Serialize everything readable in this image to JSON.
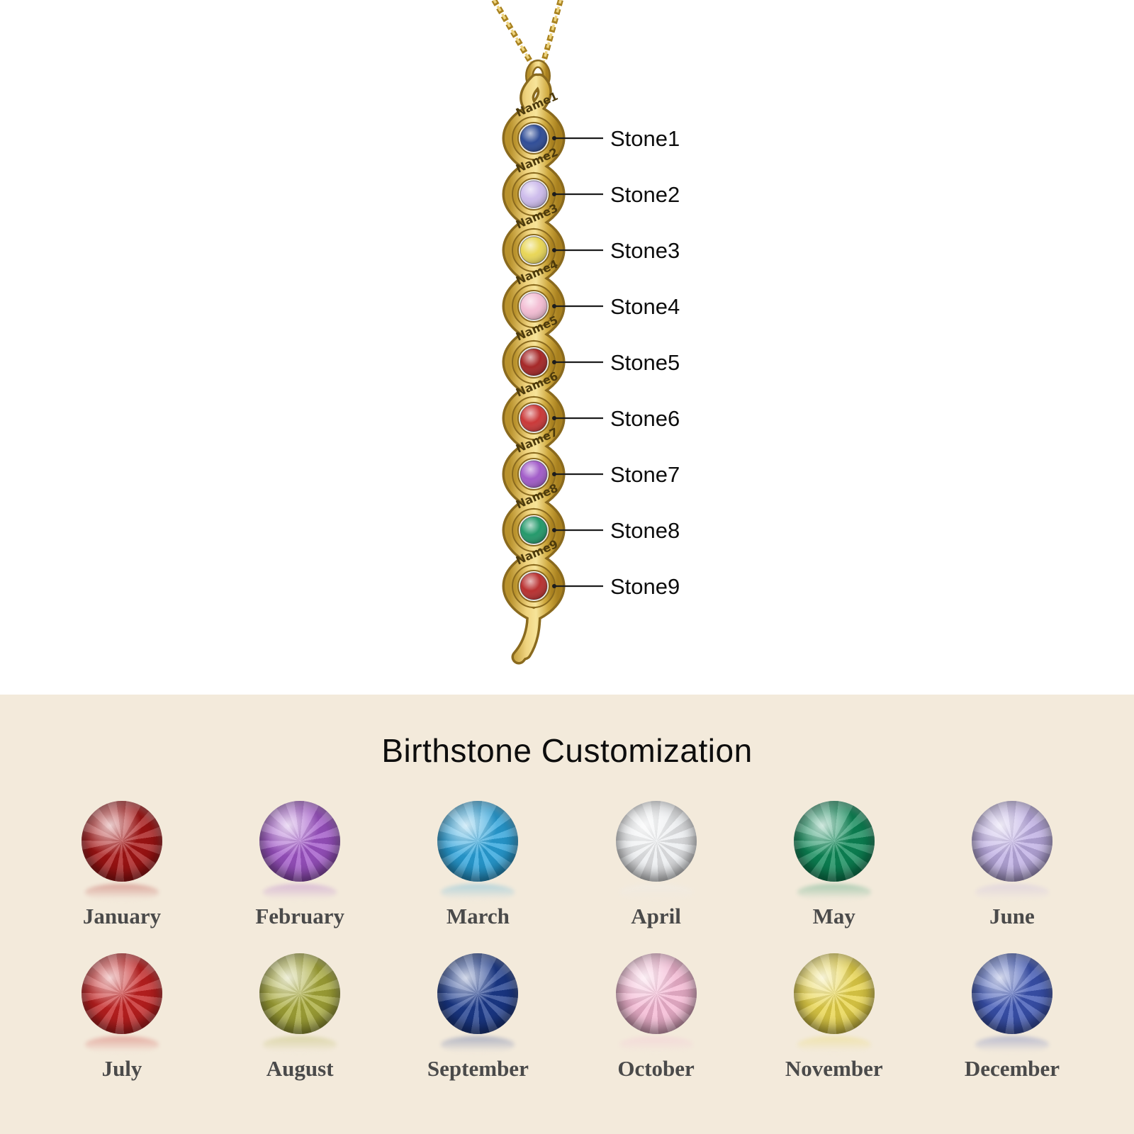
{
  "pendant": {
    "gold_color": "#caa43e",
    "stones": [
      {
        "name": "Name1",
        "label": "Stone1",
        "color": "#1e3e8e"
      },
      {
        "name": "Name2",
        "label": "Stone2",
        "color": "#c9b6ea"
      },
      {
        "name": "Name3",
        "label": "Stone3",
        "color": "#e7d34a"
      },
      {
        "name": "Name4",
        "label": "Stone4",
        "color": "#f2b8d0"
      },
      {
        "name": "Name5",
        "label": "Stone5",
        "color": "#9e1616"
      },
      {
        "name": "Name6",
        "label": "Stone6",
        "color": "#c62828"
      },
      {
        "name": "Name7",
        "label": "Stone7",
        "color": "#9a4fc4"
      },
      {
        "name": "Name8",
        "label": "Stone8",
        "color": "#12915f"
      },
      {
        "name": "Name9",
        "label": "Stone9",
        "color": "#b32020"
      }
    ]
  },
  "birthstone_section": {
    "title": "Birthstone Customization",
    "background": "#f3eadb",
    "months": [
      {
        "label": "January",
        "color": "#a81616"
      },
      {
        "label": "February",
        "color": "#a055c8"
      },
      {
        "label": "March",
        "color": "#2ba3dc"
      },
      {
        "label": "April",
        "color": "#eceef0"
      },
      {
        "label": "May",
        "color": "#0e8a58"
      },
      {
        "label": "June",
        "color": "#beaee4"
      },
      {
        "label": "July",
        "color": "#c42222"
      },
      {
        "label": "August",
        "color": "#a8aa3a"
      },
      {
        "label": "September",
        "color": "#1c3b8e"
      },
      {
        "label": "October",
        "color": "#f4b7d3"
      },
      {
        "label": "November",
        "color": "#e8d44a"
      },
      {
        "label": "December",
        "color": "#3d55b4"
      }
    ]
  }
}
